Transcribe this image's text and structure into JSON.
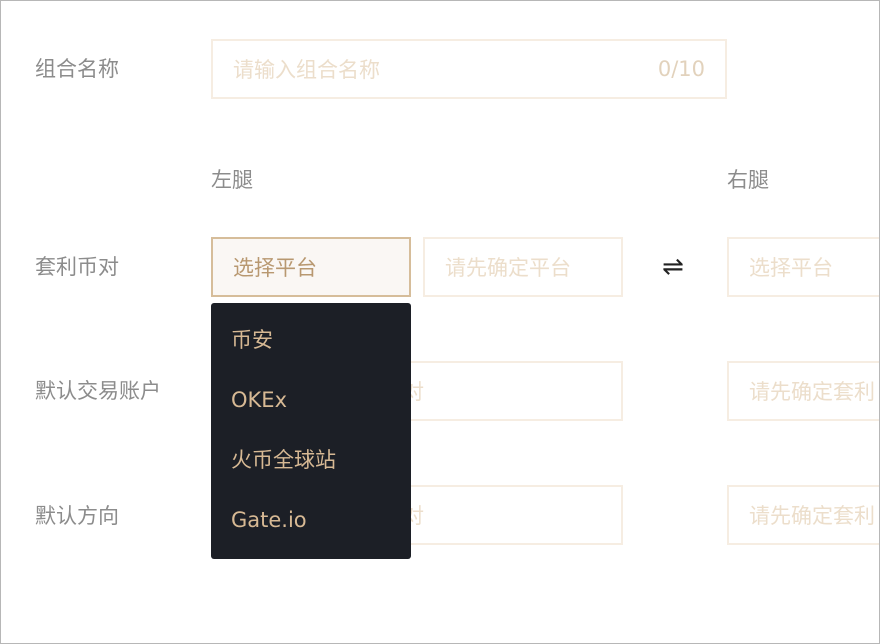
{
  "form": {
    "name": {
      "label": "组合名称",
      "placeholder": "请输入组合名称",
      "counter": "0/10"
    },
    "left_leg_heading": "左腿",
    "right_leg_heading": "右腿",
    "pair": {
      "label": "套利币对",
      "left_platform": "选择平台",
      "left_pair": "请先确定平台",
      "swap_icon": "⇌",
      "right_platform": "选择平台"
    },
    "account": {
      "label": "默认交易账户",
      "left_value_visible": "对",
      "right_value": "请先确定套利"
    },
    "direction": {
      "label": "默认方向",
      "left_value_visible": "对",
      "right_value": "请先确定套利"
    }
  },
  "platform_dropdown": {
    "items": [
      "币安",
      "OKEx",
      "火币全球站",
      "Gate.io"
    ]
  },
  "colors": {
    "label": "#8c8c8c",
    "input_border": "#f6ede2",
    "active_border": "#d6bd9a",
    "dropdown_bg": "#1c1f26",
    "dropdown_text": "#d7b994"
  }
}
